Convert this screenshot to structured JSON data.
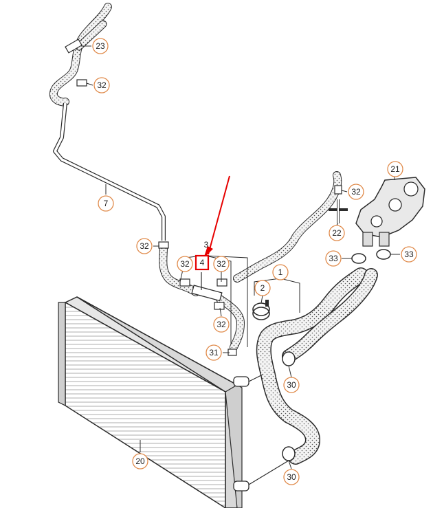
{
  "colors": {
    "line": "#2b2b2b",
    "callout_ring": "#e08a4a",
    "highlight": "#e60000",
    "hose_fill": "#f4f4f4",
    "dots": "#555555"
  },
  "callouts": [
    {
      "id": "c23",
      "label": "23",
      "style": "circle"
    },
    {
      "id": "c32a",
      "label": "32",
      "style": "circle"
    },
    {
      "id": "c7",
      "label": "7",
      "style": "circle"
    },
    {
      "id": "c32b",
      "label": "32",
      "style": "circle"
    },
    {
      "id": "c3",
      "label": "3",
      "style": "plain"
    },
    {
      "id": "c4",
      "label": "4",
      "style": "box"
    },
    {
      "id": "c32c",
      "label": "32",
      "style": "circle"
    },
    {
      "id": "c32d",
      "label": "32",
      "style": "circle"
    },
    {
      "id": "c32e",
      "label": "32",
      "style": "circle"
    },
    {
      "id": "c31",
      "label": "31",
      "style": "circle"
    },
    {
      "id": "c21",
      "label": "21",
      "style": "circle"
    },
    {
      "id": "c32f",
      "label": "32",
      "style": "circle"
    },
    {
      "id": "c22",
      "label": "22",
      "style": "circle"
    },
    {
      "id": "c33a",
      "label": "33",
      "style": "circle"
    },
    {
      "id": "c33b",
      "label": "33",
      "style": "circle"
    },
    {
      "id": "c1",
      "label": "1",
      "style": "circle"
    },
    {
      "id": "c2",
      "label": "2",
      "style": "circle"
    },
    {
      "id": "c30a",
      "label": "30",
      "style": "circle"
    },
    {
      "id": "c30b",
      "label": "30",
      "style": "circle"
    },
    {
      "id": "c20",
      "label": "20",
      "style": "circle"
    }
  ],
  "highlight_part": "4"
}
